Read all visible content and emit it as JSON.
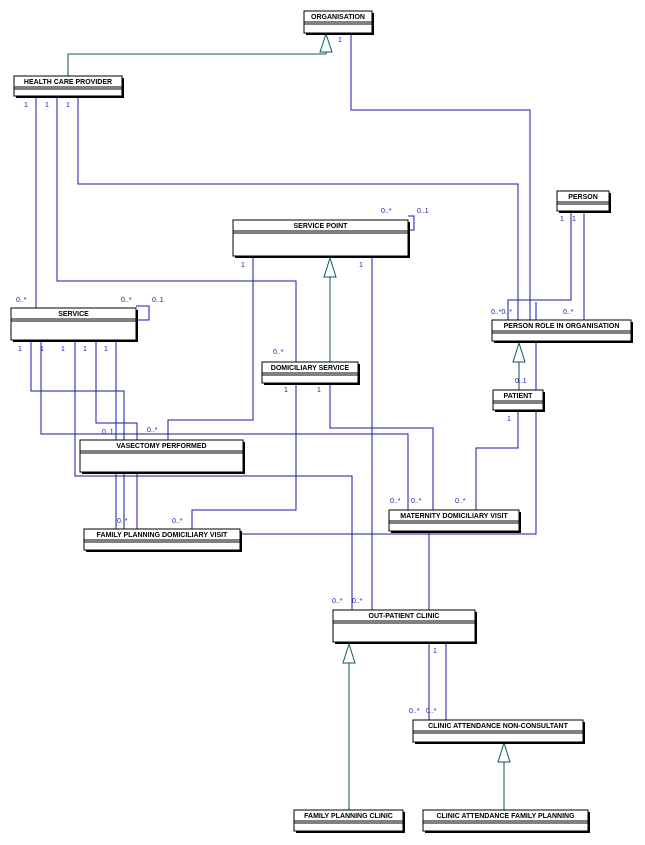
{
  "classes": {
    "organisation": "ORGANISATION",
    "health_care_provider": "HEALTH CARE PROVIDER",
    "person": "PERSON",
    "service_point": "SERVICE POINT",
    "service": "SERVICE",
    "person_role_in_organisation": "PERSON ROLE IN ORGANISATION",
    "domiciliary_service": "DOMICILIARY SERVICE",
    "patient": "PATIENT",
    "vasectomy_performed": "VASECTOMY PERFORMED",
    "maternity_domiciliary_visit": "MATERNITY DOMICILIARY VISIT",
    "family_planning_domiciliary_visit": "FAMILY PLANNING DOMICILIARY VISIT",
    "out_patient_clinic": "OUT-PATIENT CLINIC",
    "clinic_attendance_non_consultant": "CLINIC ATTENDANCE NON-CONSULTANT",
    "family_planning_clinic": "FAMILY PLANNING CLINIC",
    "clinic_attendance_family_planning": "CLINIC ATTENDANCE FAMILY PLANNING"
  },
  "multiplicities": {
    "one": "1",
    "many": "0..*",
    "optional": "0..1",
    "double_many": "0..*0..*"
  },
  "colors": {
    "association": "#1a1aa0",
    "generalization": "#0a5a5a",
    "box_border": "#000000"
  }
}
